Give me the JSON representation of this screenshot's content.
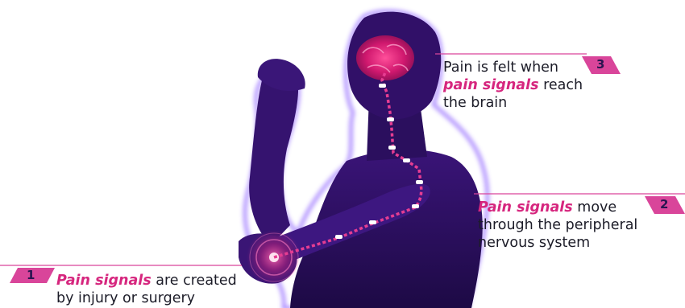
{
  "steps": [
    {
      "number": "1",
      "highlight": "Pain signals",
      "text_rest": " are created",
      "line2": "by injury or surgery"
    },
    {
      "number": "2",
      "highlight": "Pain signals",
      "text_rest": " move",
      "line2": "through the peripheral",
      "line3": "nervous system"
    },
    {
      "number": "3",
      "line1": "Pain is felt when",
      "highlight": "pain signals",
      "text_rest": " reach",
      "line2": "the brain"
    }
  ],
  "colors": {
    "accent": "#d6267e",
    "tag": "#d9459a",
    "figure_dark": "#2c0e5c",
    "figure_mid": "#5a2bb0",
    "glow": "#8f63ff",
    "text": "#1c1c28"
  }
}
